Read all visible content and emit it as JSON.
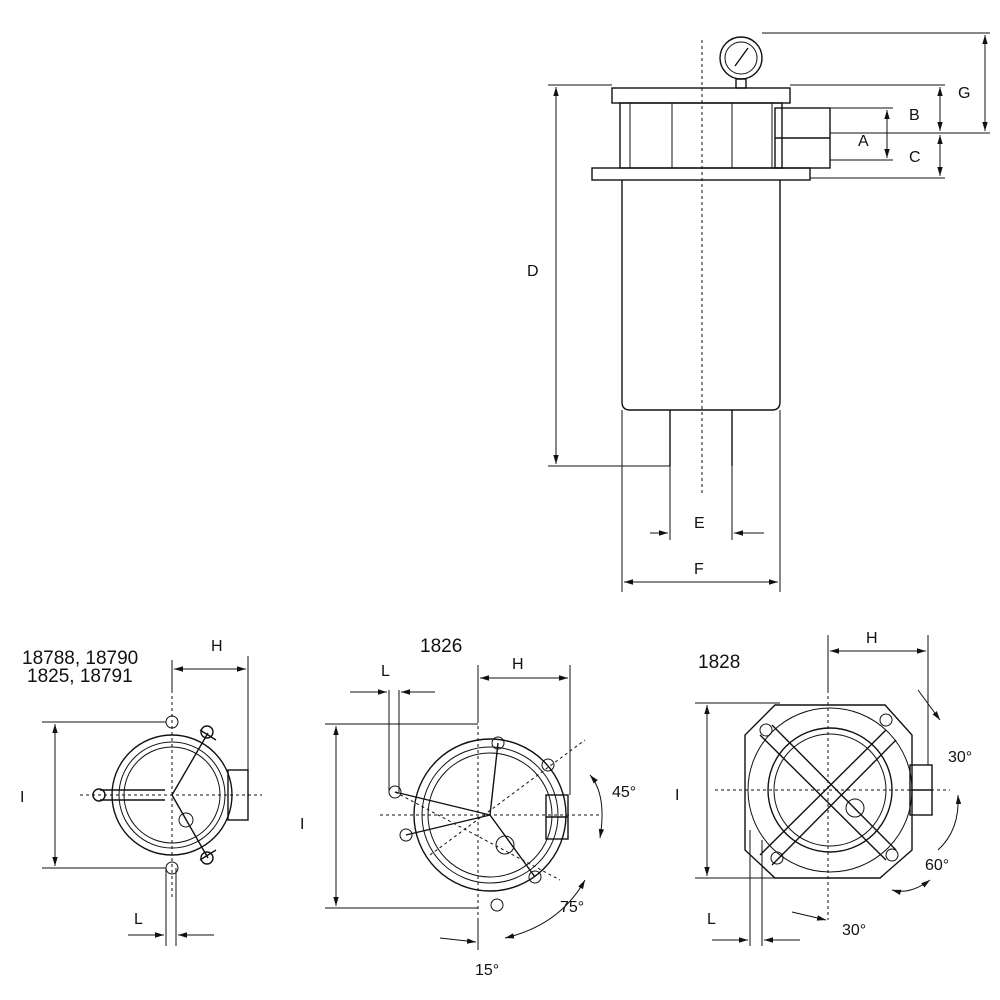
{
  "elevation": {
    "labels": {
      "A": "A",
      "B": "B",
      "C": "C",
      "D": "D",
      "E": "E",
      "F": "F",
      "G": "G"
    }
  },
  "views": [
    {
      "title_line1": "18788, 18790",
      "title_line2": "1825, 18791",
      "H": "H",
      "I": "I",
      "L": "L"
    },
    {
      "title": "1826",
      "H": "H",
      "I": "I",
      "L": "L",
      "angles": [
        "45°",
        "75°",
        "15°"
      ]
    },
    {
      "title": "1828",
      "H": "H",
      "I": "I",
      "L": "L",
      "angles": [
        "30°",
        "60°",
        "30°"
      ]
    }
  ]
}
